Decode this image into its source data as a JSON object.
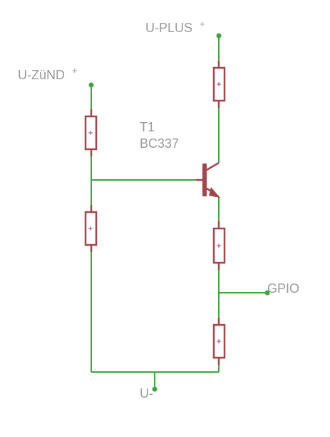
{
  "labels": {
    "u_plus": "U-PLUS",
    "u_zund": "U-ZüND",
    "u_minus": "U-",
    "gpio": "GPIO",
    "plus_sign": "+",
    "transistor_name": "T1",
    "transistor_value": "BC337"
  },
  "colors": {
    "wire": "#3aa83a",
    "component": "#a3464c",
    "label": "#9a9a9a",
    "background": "#ffffff"
  }
}
